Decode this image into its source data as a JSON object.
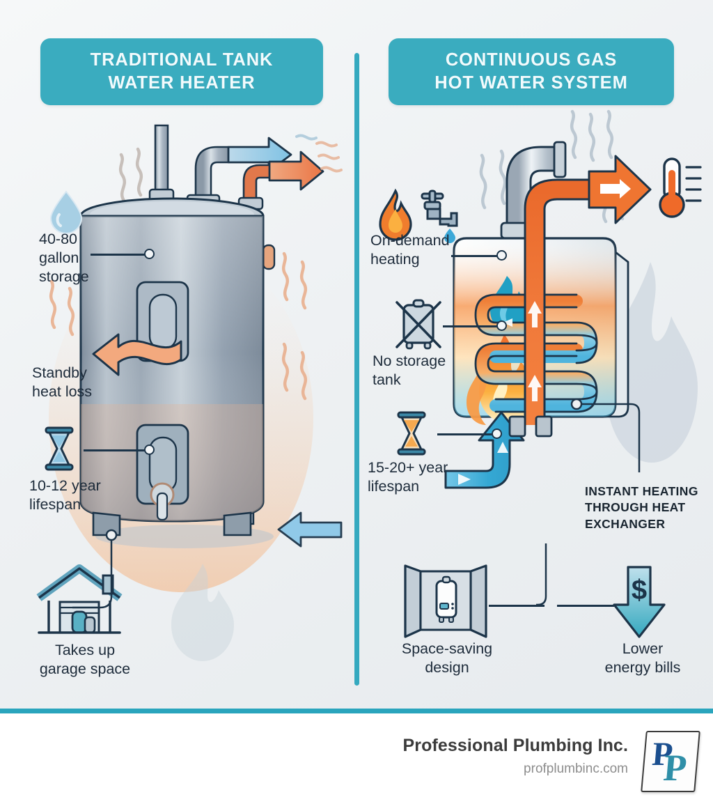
{
  "infographic": {
    "left": {
      "header": "TRADITIONAL TANK\nWATER HEATER",
      "captions": [
        {
          "id": "storage",
          "text": "40-80\ngallon\nstorage",
          "icon": "water-drop-icon"
        },
        {
          "id": "standby",
          "text": "Standby\nheat loss",
          "icon": "heat-loss-arrow-icon"
        },
        {
          "id": "lifespan",
          "text": "10-12 year\nlifespan",
          "icon": "hourglass-icon"
        },
        {
          "id": "garage",
          "text": "Takes up\ngarage space",
          "icon": "house-garage-icon"
        }
      ]
    },
    "right": {
      "header": "CONTINUOUS GAS\nHOT WATER SYSTEM",
      "captions": [
        {
          "id": "ondemand",
          "text": "On-demand\nheating",
          "icon": "flame-faucet-icon"
        },
        {
          "id": "notank",
          "text": "No storage\ntank",
          "icon": "crossed-out-tank-icon"
        },
        {
          "id": "lifespan",
          "text": "15-20+ year\nlifespan",
          "icon": "hourglass-icon"
        },
        {
          "id": "exchanger",
          "text": "INSTANT HEATING\nTHROUGH HEAT\nEXCHANGER",
          "icon": "heat-exchanger-coil-icon"
        },
        {
          "id": "space",
          "text": "Space-saving\ndesign",
          "icon": "wall-cabinet-icon"
        },
        {
          "id": "bills",
          "text": "Lower\nenergy bills",
          "icon": "dollar-down-arrow-icon"
        }
      ]
    }
  },
  "footer": {
    "company": "Professional Plumbing Inc.",
    "website": "profplumbinc.com",
    "logo_letters": "PP"
  },
  "colors": {
    "teal": "#3aacbf",
    "teal_rule": "#2aa5bd",
    "ink": "#1c3449",
    "hot": "#ec6a35",
    "cold": "#4fb8e0",
    "flame_blue": "#21a0c4",
    "background": "#eef1f3"
  }
}
